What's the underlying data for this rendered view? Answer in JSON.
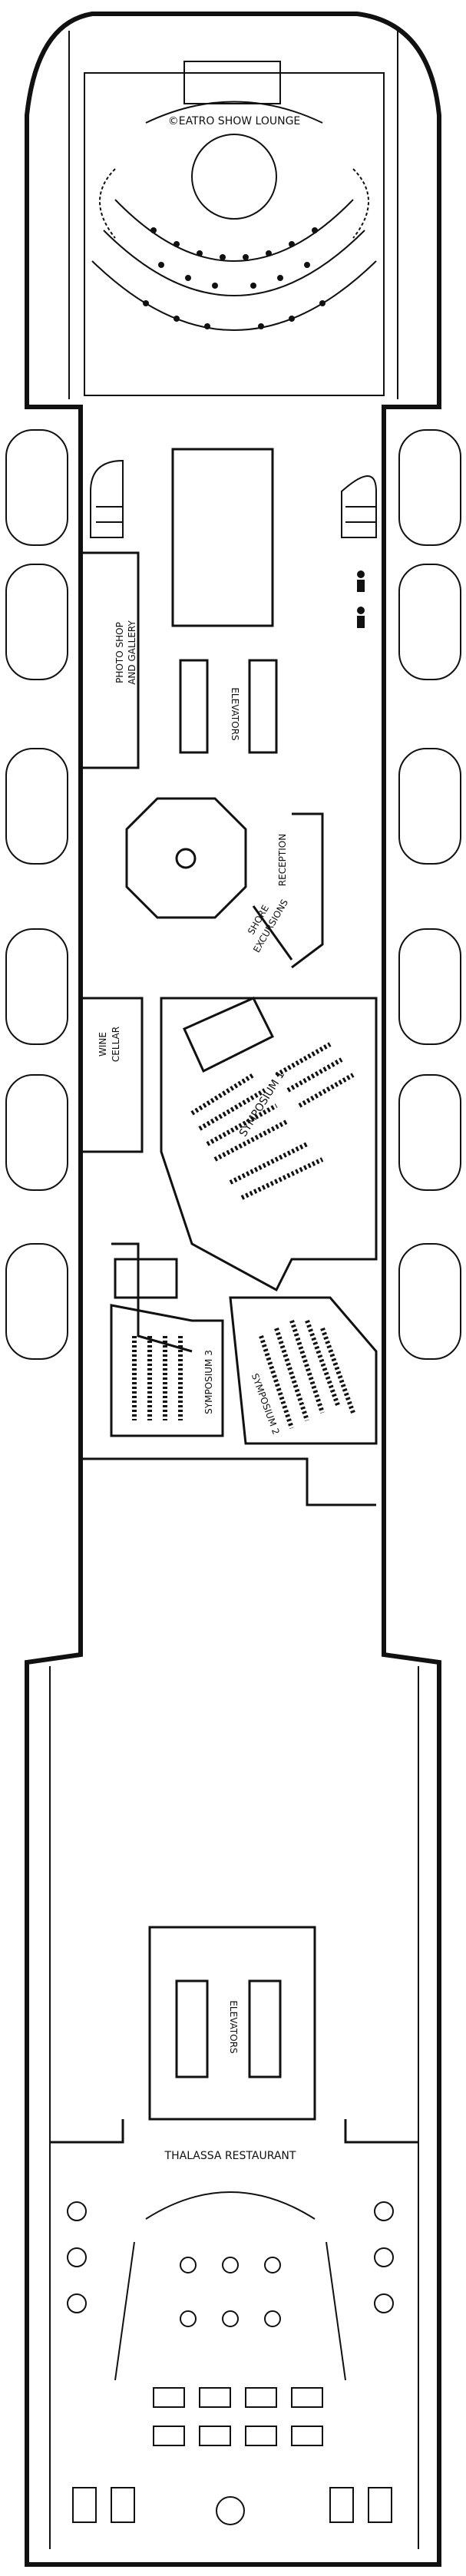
{
  "deck": {
    "labels": {
      "theatre": "©EATRO SHOW LOUNGE",
      "photo_shop": "PHOTO SHOP",
      "and_gallery": "AND GALLERY",
      "elevators_fwd": "ELEVATORS",
      "reception": "RECEPTION",
      "shore": "SHORE",
      "excursions": "EXCURSIONS",
      "wine": "WINE",
      "cellar": "CELLAR",
      "symposium_1": "SYMPOSIUM 1",
      "symposium_2": "SYMPOSIUM 2",
      "symposium_3": "SYMPOSIUM 3",
      "elevators_aft": "ELEVATORS",
      "restaurant": "THALASSA RESTAURANT"
    },
    "colors": {
      "line": "#111111",
      "background": "#ffffff"
    },
    "icons": [
      "restroom-icon",
      "accessible-icon",
      "elevator-icon",
      "stairs-icon"
    ]
  }
}
